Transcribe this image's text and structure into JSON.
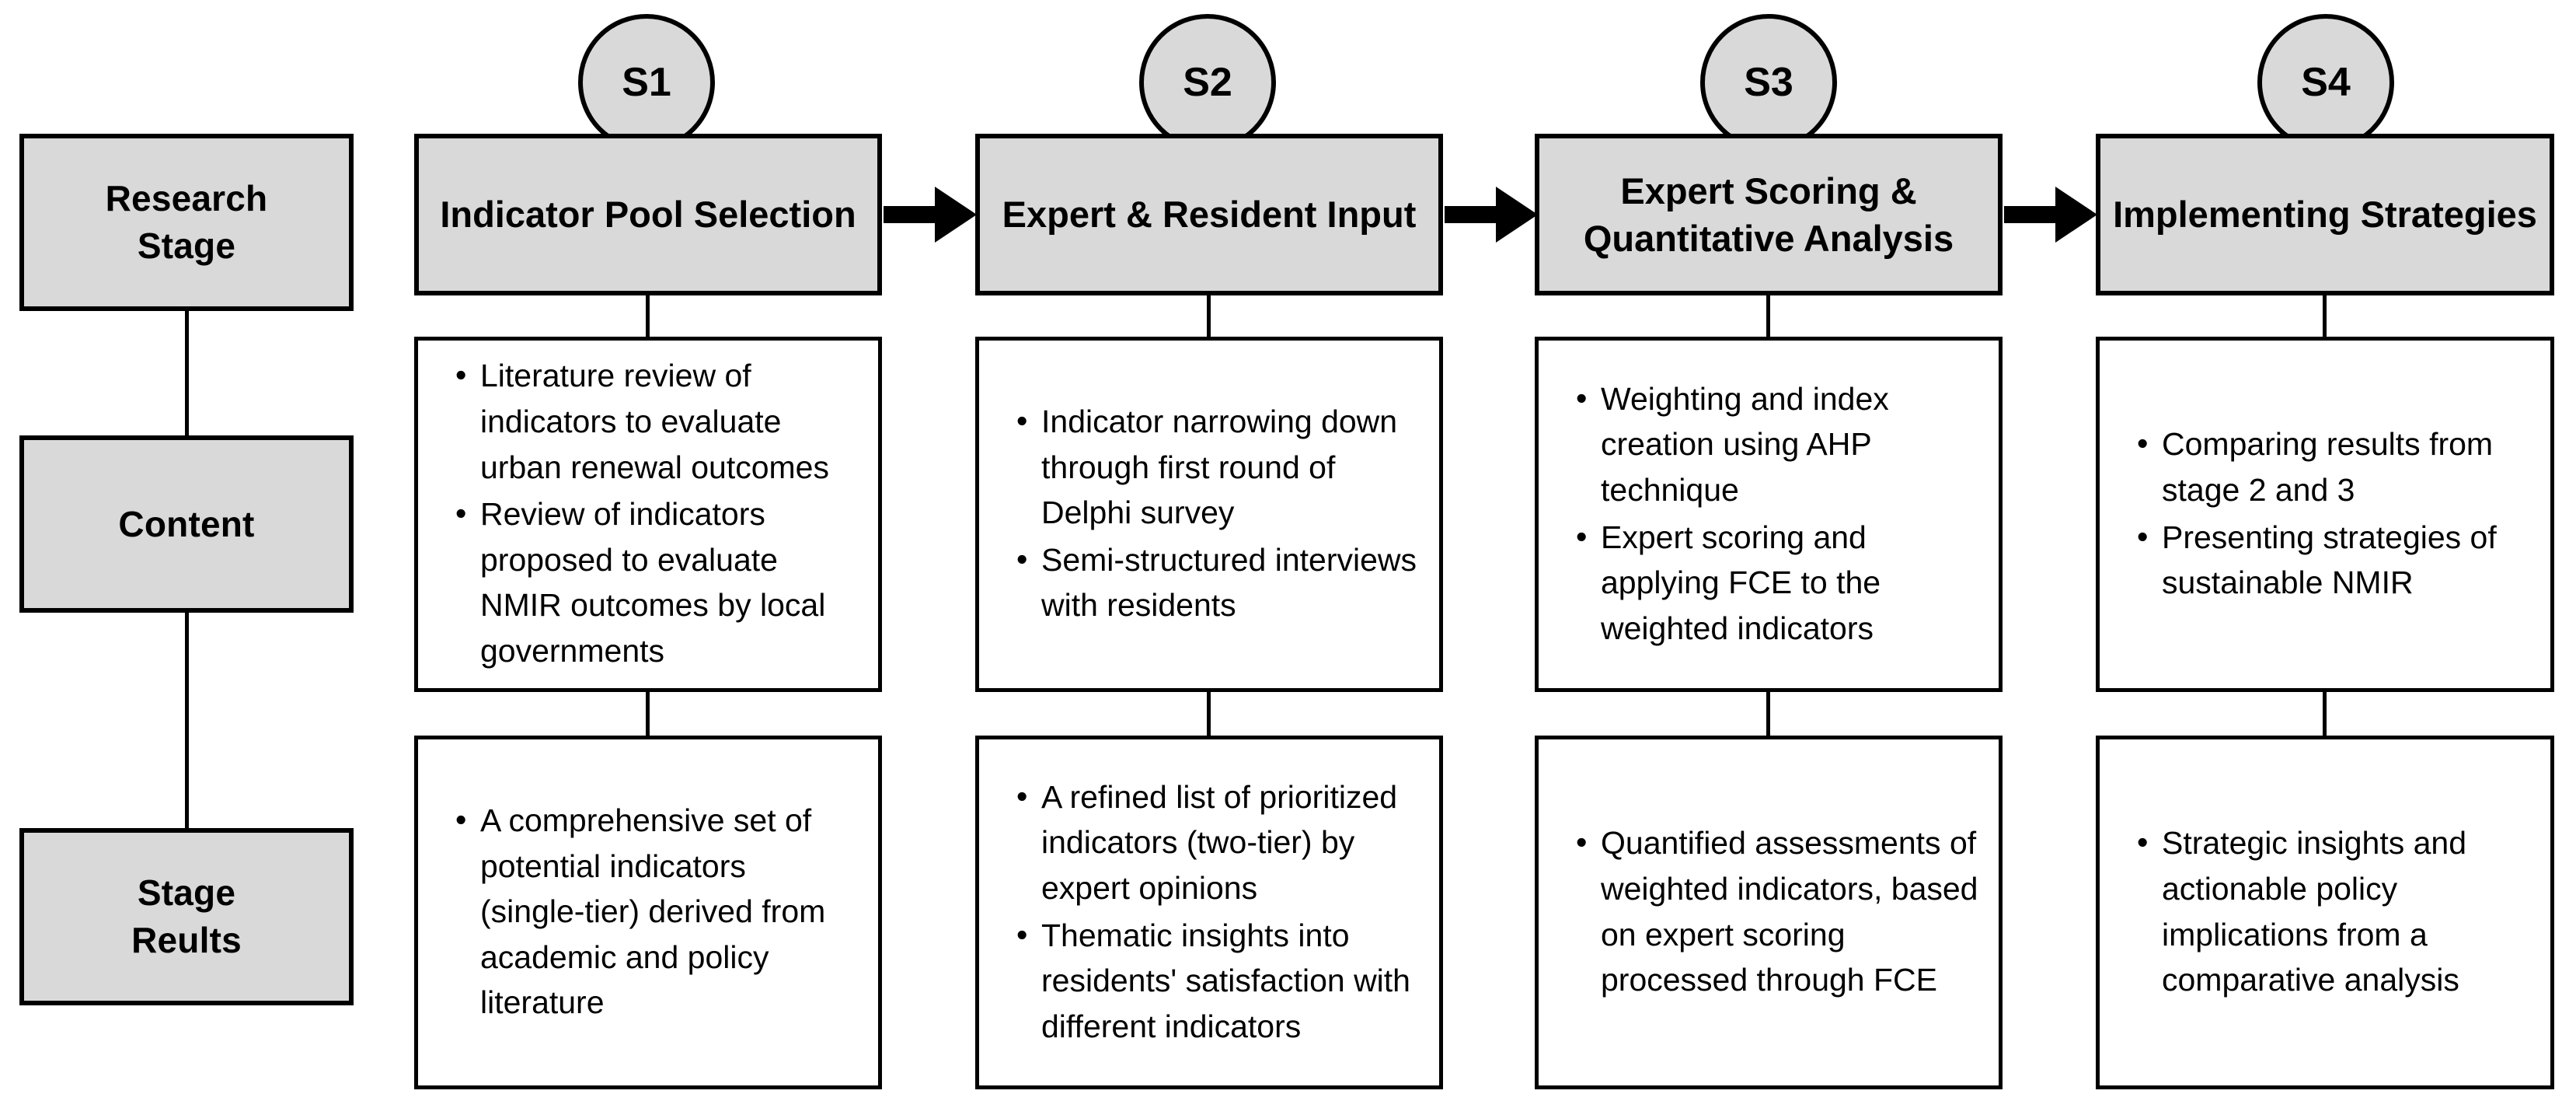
{
  "diagram": {
    "title": "Research Stage Framework",
    "colors": {
      "shade": "#d9d9d9",
      "stroke": "#000000",
      "background": "#ffffff"
    }
  },
  "row_labels": [
    {
      "id": "research-stage",
      "text_line1": "Research",
      "text_line2": "Stage"
    },
    {
      "id": "content",
      "text_line1": "Content",
      "text_line2": ""
    },
    {
      "id": "stage-results",
      "text_line1": "Stage",
      "text_line2": "Reults"
    }
  ],
  "stages": [
    {
      "badge": "S1",
      "header_line1": "Indicator Pool Selection",
      "header_line2": "",
      "content_bullets": [
        "Literature review of indicators to evaluate urban renewal outcomes",
        "Review of indicators proposed to evaluate NMIR outcomes by local governments"
      ],
      "result_bullets": [
        "A comprehensive set of potential indicators (single-tier) derived from academic and policy literature"
      ]
    },
    {
      "badge": "S2",
      "header_line1": "Expert & Resident Input",
      "header_line2": "",
      "content_bullets": [
        "Indicator narrowing down through first round of Delphi survey",
        "Semi-structured interviews with residents"
      ],
      "result_bullets": [
        "A refined list of prioritized indicators (two-tier) by expert opinions",
        "Thematic insights into residents' satisfaction with different indicators"
      ]
    },
    {
      "badge": "S3",
      "header_line1": "Expert Scoring &",
      "header_line2": "Quantitative Analysis",
      "content_bullets": [
        "Weighting and index creation using AHP technique",
        "Expert scoring and applying FCE to the weighted indicators"
      ],
      "result_bullets": [
        "Quantified assessments of weighted indicators, based on expert scoring processed through FCE"
      ]
    },
    {
      "badge": "S4",
      "header_line1": "Implementing Strategies",
      "header_line2": "",
      "content_bullets": [
        "Comparing results from stage 2 and 3",
        "Presenting strategies of sustainable NMIR"
      ],
      "result_bullets": [
        "Strategic insights and actionable policy implications from a comparative analysis"
      ]
    }
  ],
  "flow_arrows": [
    {
      "from": "S1",
      "to": "S2"
    },
    {
      "from": "S2",
      "to": "S3"
    },
    {
      "from": "S3",
      "to": "S4"
    }
  ]
}
